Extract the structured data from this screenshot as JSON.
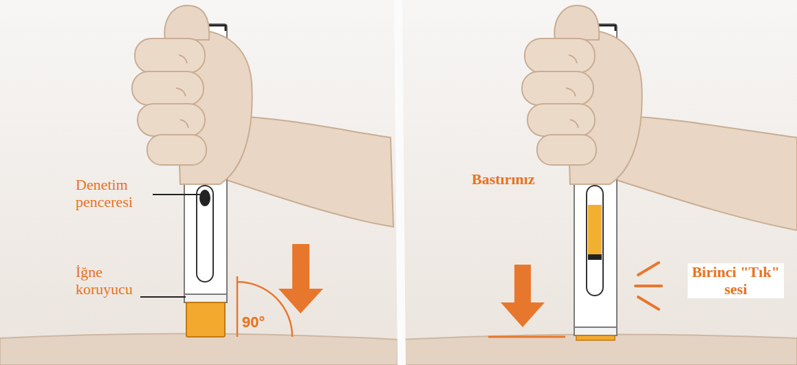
{
  "diagram": {
    "labels": [
      "Denetim penceresi",
      "İğne koruyucu",
      "90°",
      "Bastırınız",
      "Birinci \"Tık\" sesi"
    ]
  }
}
